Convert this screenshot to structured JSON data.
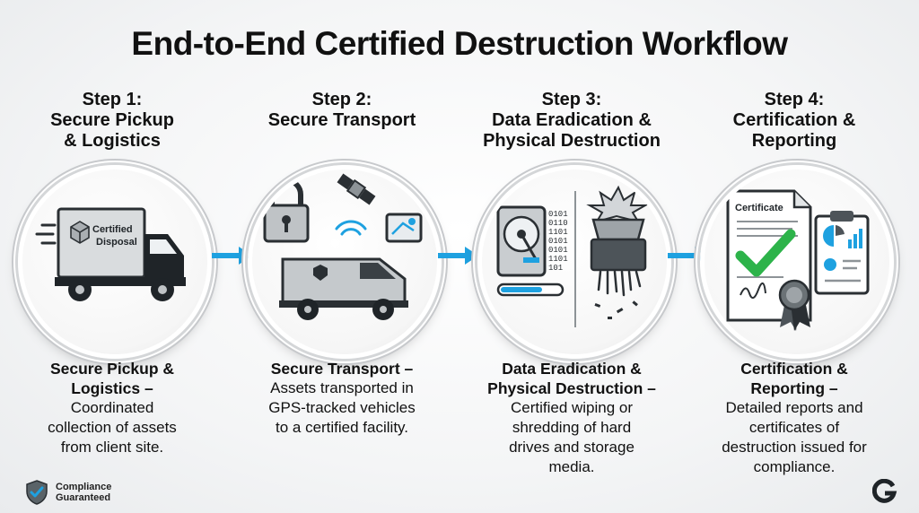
{
  "title": "End-to-End Certified Destruction Workflow",
  "steps": [
    {
      "heading_lines": [
        "Step 1:",
        "Secure Pickup",
        "& Logistics"
      ],
      "desc_title_lines": [
        "Secure Pickup &",
        "Logistics –"
      ],
      "desc_body_lines": [
        "Coordinated",
        "collection of assets",
        "from client site."
      ],
      "illustration_text": [
        "Certified",
        "Disposal"
      ],
      "icons": [
        "truck-icon",
        "box-icon"
      ]
    },
    {
      "heading_lines": [
        "Step 2:",
        "Secure Transport"
      ],
      "desc_title_lines": [
        "Secure Transport –"
      ],
      "desc_body_lines": [
        "Assets transported in",
        "GPS-tracked vehicles",
        "to a certified facility."
      ],
      "icons": [
        "padlock-icon",
        "satellite-icon",
        "map-pin-icon",
        "armored-van-icon"
      ]
    },
    {
      "heading_lines": [
        "Step 3:",
        "Data Eradication &",
        "Physical Destruction"
      ],
      "desc_title_lines": [
        "Data Eradication &",
        "Physical Destruction –"
      ],
      "desc_body_lines": [
        "Certified wiping or",
        "shredding of hard",
        "drives and storage",
        "media."
      ],
      "binary_text": [
        "0101",
        "0110",
        "1101",
        "0101",
        "0101",
        "1101",
        "101"
      ],
      "icons": [
        "hard-drive-icon",
        "shredder-icon"
      ]
    },
    {
      "heading_lines": [
        "Step 4:",
        "Certification &",
        "Reporting"
      ],
      "desc_title_lines": [
        "Certification &",
        "Reporting –"
      ],
      "desc_body_lines": [
        "Detailed reports and",
        "certificates of",
        "destruction issued for",
        "compliance."
      ],
      "illustration_text": [
        "Certificate"
      ],
      "icons": [
        "certificate-icon",
        "checkmark-icon",
        "clipboard-report-icon",
        "seal-icon"
      ]
    }
  ],
  "footer": {
    "badge_lines": [
      "Compliance",
      "Guaranteed"
    ],
    "badge_icon": "shield-check-icon",
    "logo_icon": "g-logo-icon"
  },
  "colors": {
    "accent": "#1ea1e0",
    "check": "#2db34a",
    "dark": "#1f2428"
  }
}
